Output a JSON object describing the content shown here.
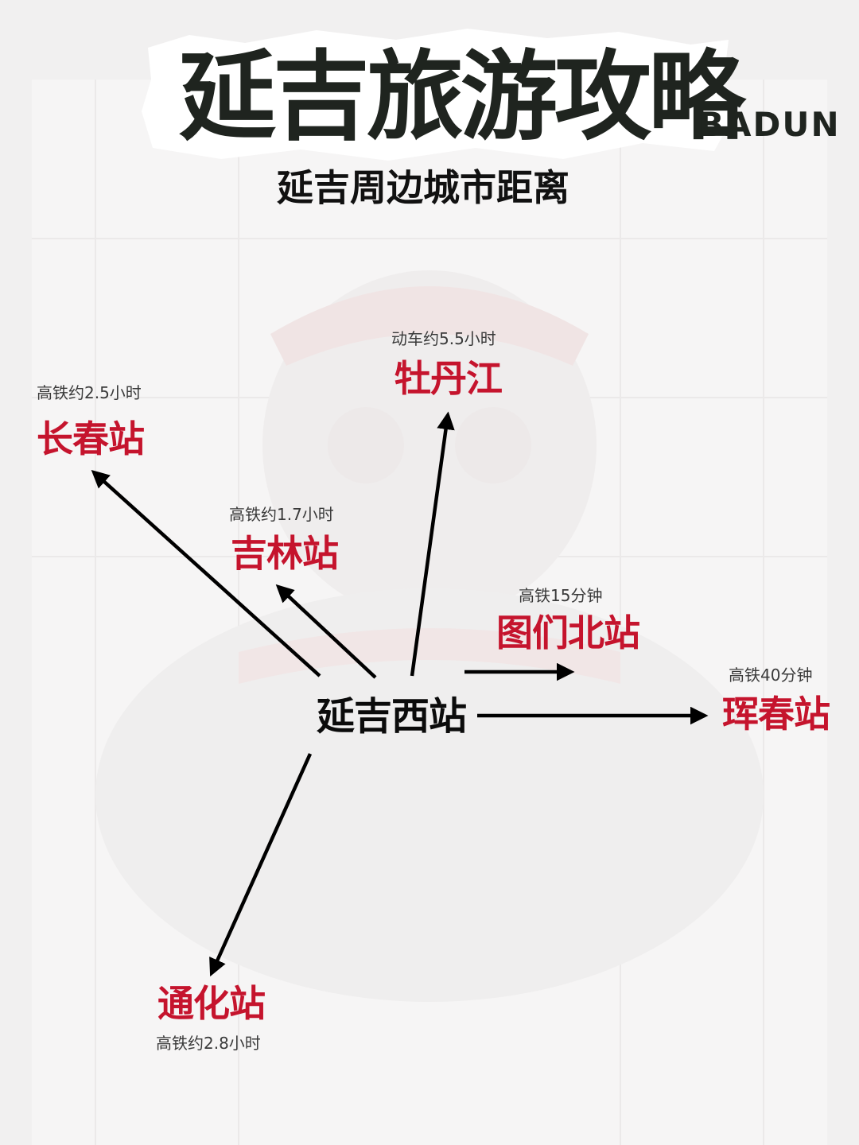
{
  "title": "延吉旅游攻略",
  "brand": "BADUN",
  "subtitle": "延吉周边城市距离",
  "center": "延吉西站",
  "destinations": [
    {
      "name": "长春站",
      "info": "高铁约2.5小时"
    },
    {
      "name": "牡丹江",
      "info": "动车约5.5小时"
    },
    {
      "name": "吉林站",
      "info": "高铁约1.7小时"
    },
    {
      "name": "图们北站",
      "info": "高铁15分钟"
    },
    {
      "name": "珲春站",
      "info": "高铁40分钟"
    },
    {
      "name": "通化站",
      "info": "高铁约2.8小时"
    }
  ],
  "colors": {
    "station_red": "#c5142d",
    "title_dark": "#1f241f",
    "background": "#f3f2f2"
  }
}
